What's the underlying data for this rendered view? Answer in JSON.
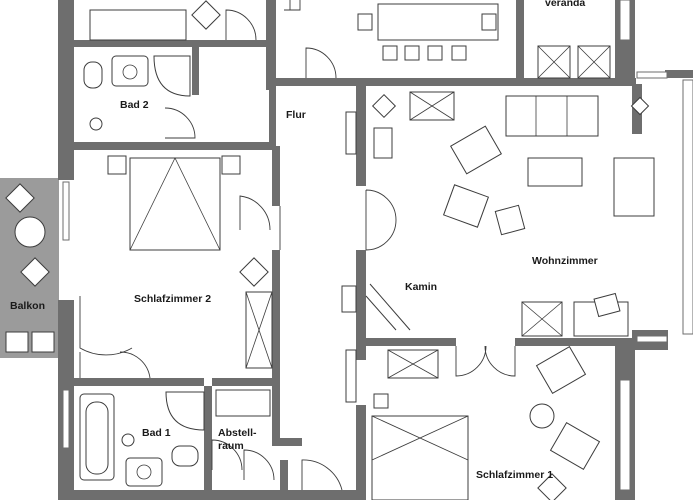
{
  "rooms": {
    "veranda": "veranda",
    "bad2": "Bad 2",
    "flur": "Flur",
    "wohnzimmer": "Wohnzimmer",
    "kamin": "Kamin",
    "balkon": "Balkon",
    "schlafzimmer2": "Schlafzimmer 2",
    "bad1": "Bad 1",
    "abstellraum_line1": "Abstell-",
    "abstellraum_line2": "raum",
    "schlafzimmer1": "Schlafzimmer 1"
  },
  "colors": {
    "wall": "#6e6e6e",
    "balcony": "#9b9b9b",
    "line": "#3c3c3c",
    "background": "#ffffff"
  }
}
